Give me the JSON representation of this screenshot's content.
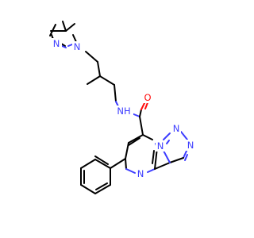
{
  "molecule": {
    "atoms": {
      "pyrazole_n1": "N",
      "pyrazole_n2": "N",
      "amide_nh": "NH",
      "amide_o": "O",
      "triazole_n_bridge": "N",
      "triazole_n_top": "N",
      "triazole_n_right": "N",
      "pyrimidine_n": "N"
    },
    "colors": {
      "carbon": "#000000",
      "nitrogen": "#3d3dff",
      "oxygen": "#ff0d0d",
      "background": "#ffffff"
    }
  }
}
